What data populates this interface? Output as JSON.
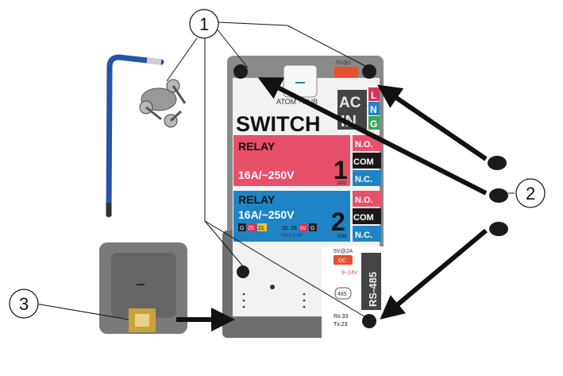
{
  "callouts": [
    "1",
    "2",
    "3"
  ],
  "device": {
    "top_label": "5V@1",
    "brand": "ATOM · HUB",
    "product": "SWITCH",
    "ac_input": {
      "line1": "AC",
      "line2": "IN",
      "pins": [
        "L",
        "N",
        "G"
      ]
    },
    "relay1": {
      "title": "RELAY",
      "rating": "16A/~250V",
      "number": "1",
      "gpio": "G22"
    },
    "relay2": {
      "title": "RELAY",
      "rating": "16A/~250V",
      "number": "2",
      "gpio": "G33"
    },
    "contacts1": [
      "N.O.",
      "COM",
      "N.C."
    ],
    "contacts2": [
      "N.O.",
      "COM",
      "N.C."
    ],
    "port_pins": [
      "G",
      "25",
      "21"
    ],
    "port_pins2": [
      "32",
      "26",
      "5V",
      "G"
    ],
    "port_name": "HY2.0-4P",
    "rs485": {
      "power": "5V@2A",
      "dc_label": "DC",
      "voltage": "9~24V",
      "name": "RS-485",
      "pin_label": "485",
      "rx": "Rx:33",
      "tx": "Tx:23"
    }
  },
  "colors": {
    "relay1": "#e8506a",
    "relay2": "#1f84c6",
    "case": "#7a7a7a",
    "arrow": "#111111",
    "hex_key": "#2456a6"
  },
  "icons": [
    "hex-key-icon",
    "screws-icon",
    "rubber-plugs-icon",
    "cover-icon"
  ]
}
